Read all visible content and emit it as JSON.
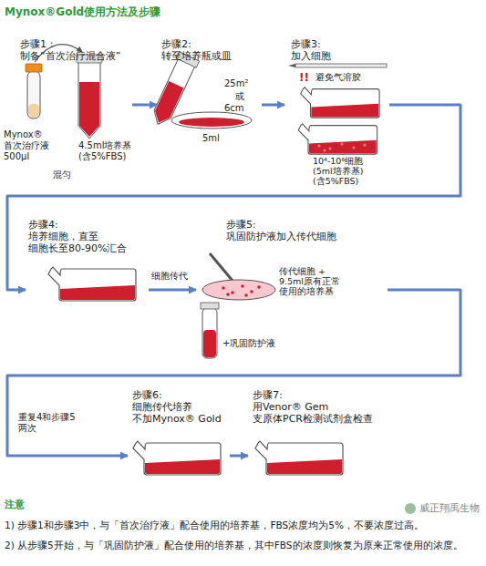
{
  "diagram": {
    "title": "Mynox®Gold使用方法及步骤",
    "nodes": [
      {
        "text": [
          "步骤1：",
          "制备“首次治疗混合液”"
        ]
      },
      {
        "text": [
          "步骤2:",
          "转至培养瓶或皿"
        ]
      },
      {
        "text": [
          "步骤3:",
          "加入细胞"
        ]
      },
      {
        "text": [
          "步骤4:",
          "培养细胞，直至 细胞长至80-90%汇合"
        ]
      },
      {
        "text": [
          "步骤5:",
          "巩固防护液加入传代细胞"
        ]
      },
      {
        "text": [
          "步骤6:",
          "细胞传代培养 不加Mynox® Gold"
        ]
      },
      {
        "text": [
          "步骤7:",
          "用Venor® Gem 支原体PCR检测试剂盒检查"
        ]
      }
    ],
    "edges": [
      {
        "from": 0,
        "to": 1,
        "arrow": "to"
      },
      {
        "from": 1,
        "to": 2,
        "arrow": "to"
      },
      {
        "from": 2,
        "to": 3,
        "arrow": "to"
      },
      {
        "from": 3,
        "to": 4,
        "label": "细胞传代",
        "arrow": "to"
      },
      {
        "from": 4,
        "to": 5,
        "label": "重复4和步骤5 两次",
        "arrow": "to"
      },
      {
        "from": 5,
        "to": 6,
        "arrow": "to"
      }
    ],
    "labels": [
      "Mynox® 首次治疗液 500µl",
      "4.5ml培养基 (含5%FBS)",
      "混匀",
      "25m²",
      "或",
      "6cm",
      "5ml",
      "!!",
      "避免气溶胶",
      "10⁴-10⁶细胞 (5ml培养基) (含5%FBS)",
      "传代细胞 + 9.5ml原有正常 使用的培养基",
      "+巩固防护液",
      "注意",
      "1) 步骤1和步骤3中，与「首次治疗液」配合使用的培养基，FBS浓度均为5%，不要浓度过高。",
      "2) 从步骤5开始，与「巩固防护液」配合使用的培养基，其中FBS的浓度则恢复为原来正常使用的浓度。",
      "威正翔禹生物"
    ]
  }
}
